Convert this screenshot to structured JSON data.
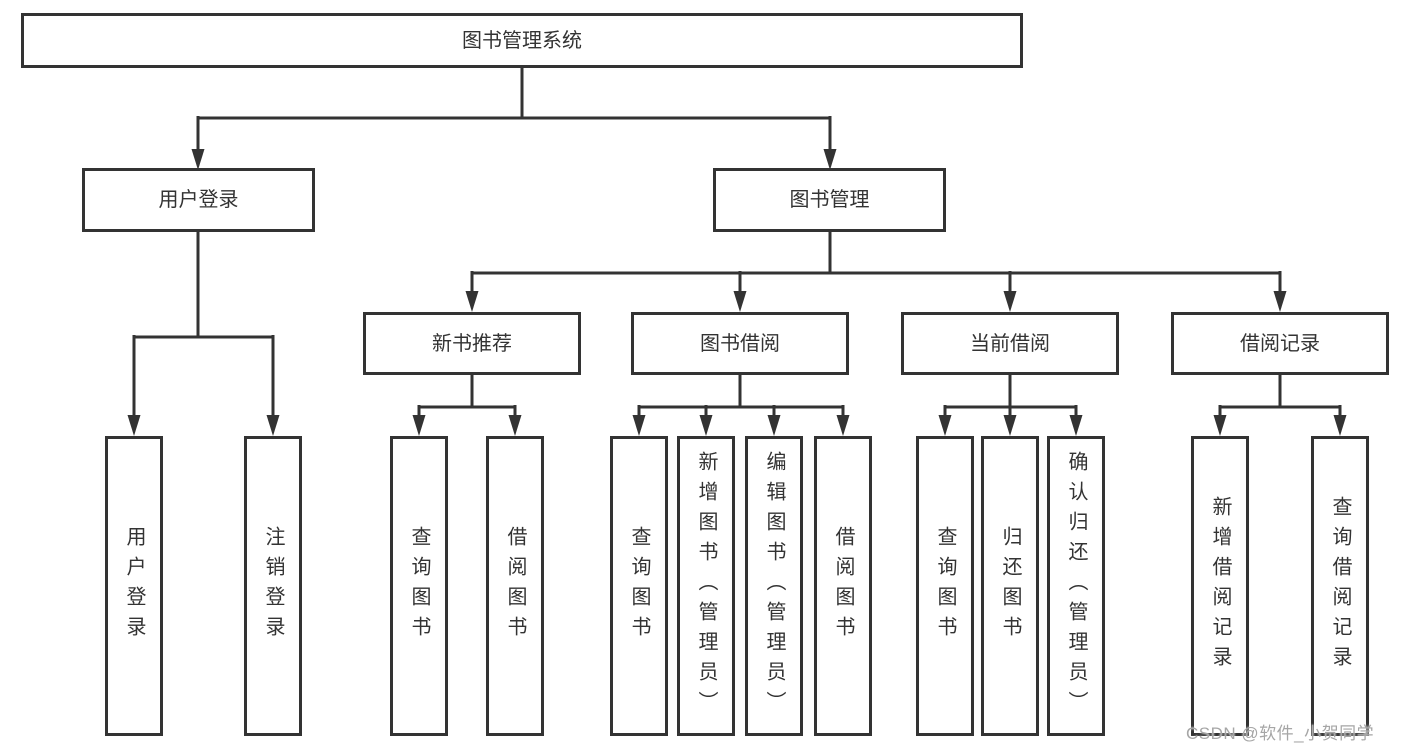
{
  "nodes": {
    "root": "图书管理系统",
    "level2": [
      "用户登录",
      "图书管理"
    ],
    "level3": [
      "新书推荐",
      "图书借阅",
      "当前借阅",
      "借阅记录"
    ],
    "leaves": {
      "login": [
        "用户登录",
        "注销登录"
      ],
      "recommend": [
        "查询图书",
        "借阅图书"
      ],
      "borrow": [
        "查询图书",
        "新增图书（管理员）",
        "编辑图书（管理员）",
        "借阅图书"
      ],
      "current": [
        "查询图书",
        "归还图书",
        "确认归还（管理员）"
      ],
      "records": [
        "新增借阅记录",
        "查询借阅记录"
      ]
    }
  },
  "watermark": "CSDN @软件_小贺同学",
  "colors": {
    "line": "#333333",
    "text": "#333333",
    "box_background": "#ffffff",
    "watermark": "#a6a6a6",
    "page_background": "#ffffff"
  }
}
